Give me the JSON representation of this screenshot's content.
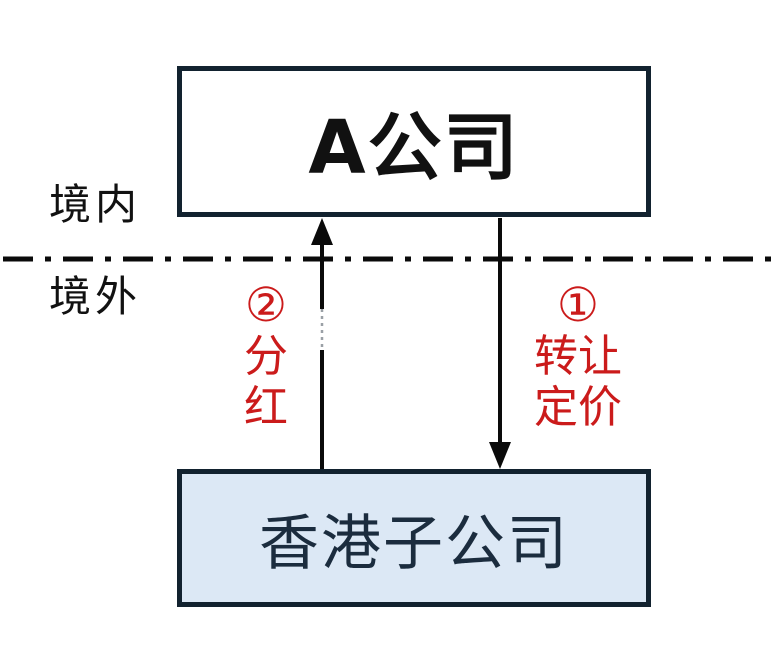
{
  "regions": {
    "domestic_label": "境内",
    "overseas_label": "境外"
  },
  "nodes": {
    "company_a": {
      "label": "A公司"
    },
    "hk_subsidiary": {
      "label": "香港子公司"
    }
  },
  "flows": {
    "transfer_pricing": {
      "number": "①",
      "label_line1": "转让",
      "label_line2": "定价",
      "from": "A公司",
      "to": "香港子公司",
      "direction": "down"
    },
    "dividend": {
      "number": "②",
      "label_line1": "分",
      "label_line2": "红",
      "from": "香港子公司",
      "to": "A公司",
      "direction": "up"
    }
  },
  "colors": {
    "box_border": "#12222f",
    "subsidiary_fill": "#dce8f5",
    "subsidiary_text": "#1b2c3e",
    "annotation_red": "#cb1b1b",
    "line_black": "#0a0a0a"
  }
}
